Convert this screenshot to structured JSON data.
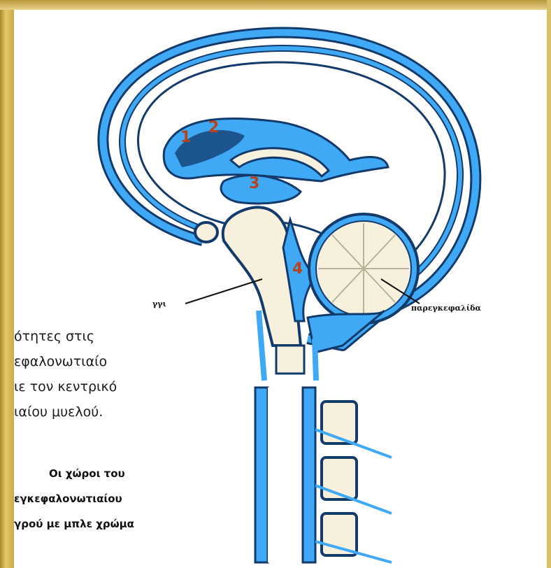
{
  "diagram": {
    "numbers": [
      "1",
      "2",
      "3",
      "4"
    ],
    "labels": {
      "brainstem": "γγι",
      "cerebellum": "παρεγκεφαλίδα"
    }
  },
  "caption": {
    "lines": [
      "ότητες στις",
      "εφαλονωτιαίο",
      "ιε τον κεντρικό",
      "ιαίου μυελού."
    ]
  },
  "note": {
    "lines": [
      "Οι χώροι του",
      "εγκεφαλονωτιαίου",
      "γρού με μπλε χρώμα"
    ]
  },
  "colors": {
    "csf_blue": "#3fa9f5",
    "outline_dark": "#123a6b",
    "tissue_cream": "#f7f0dc",
    "number_red": "#b5431c",
    "frame_gold": "#d4b04f"
  }
}
